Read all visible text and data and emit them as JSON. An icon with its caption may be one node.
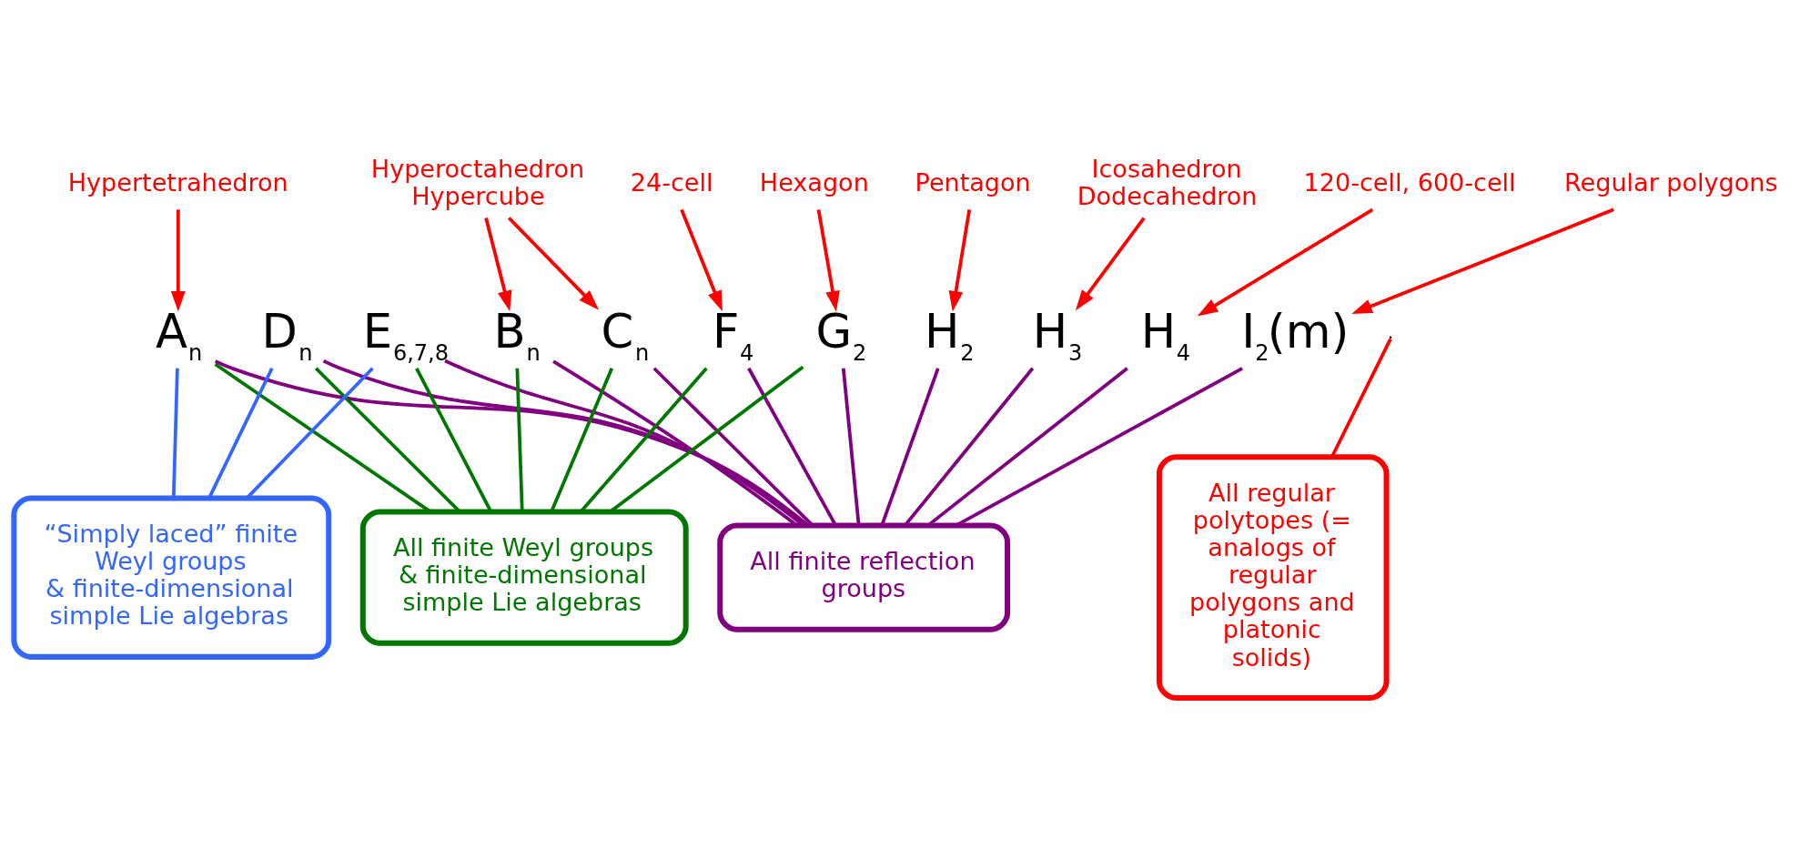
{
  "diagram": {
    "nodes": [
      {
        "text": [
          "Hypertetrahedron"
        ]
      },
      {
        "text": [
          "Hyperoctahedron",
          "Hypercube"
        ]
      },
      {
        "text": [
          "24-cell"
        ]
      },
      {
        "text": [
          "Hexagon"
        ]
      },
      {
        "text": [
          "Pentagon"
        ]
      },
      {
        "text": [
          "Icosahedron",
          "Dodecahedron"
        ]
      },
      {
        "text": [
          "120-cell, 600-cell"
        ]
      },
      {
        "text": [
          "Regular polygons"
        ]
      },
      {
        "text": [
          "A$_{n}$"
        ]
      },
      {
        "text": [
          "D$_{n}$"
        ]
      },
      {
        "text": [
          "E$_{6,7,8}$"
        ]
      },
      {
        "text": [
          "B$_{n}$"
        ]
      },
      {
        "text": [
          "C$_{n}$"
        ]
      },
      {
        "text": [
          "F$_{4}$"
        ]
      },
      {
        "text": [
          "G$_{2}$"
        ]
      },
      {
        "text": [
          "H$_{2}$"
        ]
      },
      {
        "text": [
          "H$_{3}$"
        ]
      },
      {
        "text": [
          "H$_{4}$"
        ]
      },
      {
        "text": [
          "I$_{2}$(m)"
        ]
      },
      {
        "text": [
          "“Simply laced” finite Weyl groups",
          "& finite-dimensional simple Lie algebras"
        ]
      },
      {
        "text": [
          "All finite Weyl groups",
          "& finite-dimensional simple Lie algebras"
        ]
      },
      {
        "text": [
          "All finite reflection groups"
        ]
      },
      {
        "text": [
          "All regular polytopes (= analogs of regular polygons and platonic solids)"
        ]
      }
    ],
    "edges": [
      {
        "from": 0,
        "to": 8,
        "arrow": "to",
        "color": "#ff0000"
      },
      {
        "from": 1,
        "to": 11,
        "arrow": "to",
        "color": "#ff0000"
      },
      {
        "from": 1,
        "to": 12,
        "arrow": "to",
        "color": "#ff0000"
      },
      {
        "from": 2,
        "to": 13,
        "arrow": "to",
        "color": "#ff0000"
      },
      {
        "from": 3,
        "to": 14,
        "arrow": "to",
        "color": "#ff0000"
      },
      {
        "from": 4,
        "to": 15,
        "arrow": "to",
        "color": "#ff0000"
      },
      {
        "from": 5,
        "to": 16,
        "arrow": "to",
        "color": "#ff0000"
      },
      {
        "from": 6,
        "to": 17,
        "arrow": "to",
        "color": "#ff0000"
      },
      {
        "from": 7,
        "to": 18,
        "arrow": "to",
        "color": "#ff0000"
      },
      {
        "from": 22,
        "to": null,
        "arrow": "none",
        "color": "#ff0000"
      },
      {
        "from": 8,
        "to": 19,
        "arrow": "none",
        "color": "#3366ff"
      },
      {
        "from": 9,
        "to": 19,
        "arrow": "none",
        "color": "#3366ff"
      },
      {
        "from": 10,
        "to": 19,
        "arrow": "none",
        "color": "#3366ff"
      },
      {
        "from": 8,
        "to": 20,
        "arrow": "none",
        "color": "#007700"
      },
      {
        "from": 9,
        "to": 20,
        "arrow": "none",
        "color": "#007700"
      },
      {
        "from": 10,
        "to": 20,
        "arrow": "none",
        "color": "#007700"
      },
      {
        "from": 11,
        "to": 20,
        "arrow": "none",
        "color": "#007700"
      },
      {
        "from": 12,
        "to": 20,
        "arrow": "none",
        "color": "#007700"
      },
      {
        "from": 13,
        "to": 20,
        "arrow": "none",
        "color": "#007700"
      },
      {
        "from": 14,
        "to": 20,
        "arrow": "none",
        "color": "#007700"
      },
      {
        "from": 8,
        "to": 21,
        "arrow": "none",
        "color": "#800080"
      },
      {
        "from": 9,
        "to": 21,
        "arrow": "none",
        "color": "#800080"
      },
      {
        "from": 10,
        "to": 21,
        "arrow": "none",
        "color": "#800080"
      },
      {
        "from": 11,
        "to": 21,
        "arrow": "none",
        "color": "#800080"
      },
      {
        "from": 12,
        "to": 21,
        "arrow": "none",
        "color": "#800080"
      },
      {
        "from": 13,
        "to": 21,
        "arrow": "none",
        "color": "#800080"
      },
      {
        "from": 14,
        "to": 21,
        "arrow": "none",
        "color": "#800080"
      },
      {
        "from": 15,
        "to": 21,
        "arrow": "none",
        "color": "#800080"
      },
      {
        "from": 16,
        "to": 21,
        "arrow": "none",
        "color": "#800080"
      },
      {
        "from": 17,
        "to": 21,
        "arrow": "none",
        "color": "#800080"
      },
      {
        "from": 18,
        "to": 21,
        "arrow": "none",
        "color": "#800080"
      }
    ]
  }
}
